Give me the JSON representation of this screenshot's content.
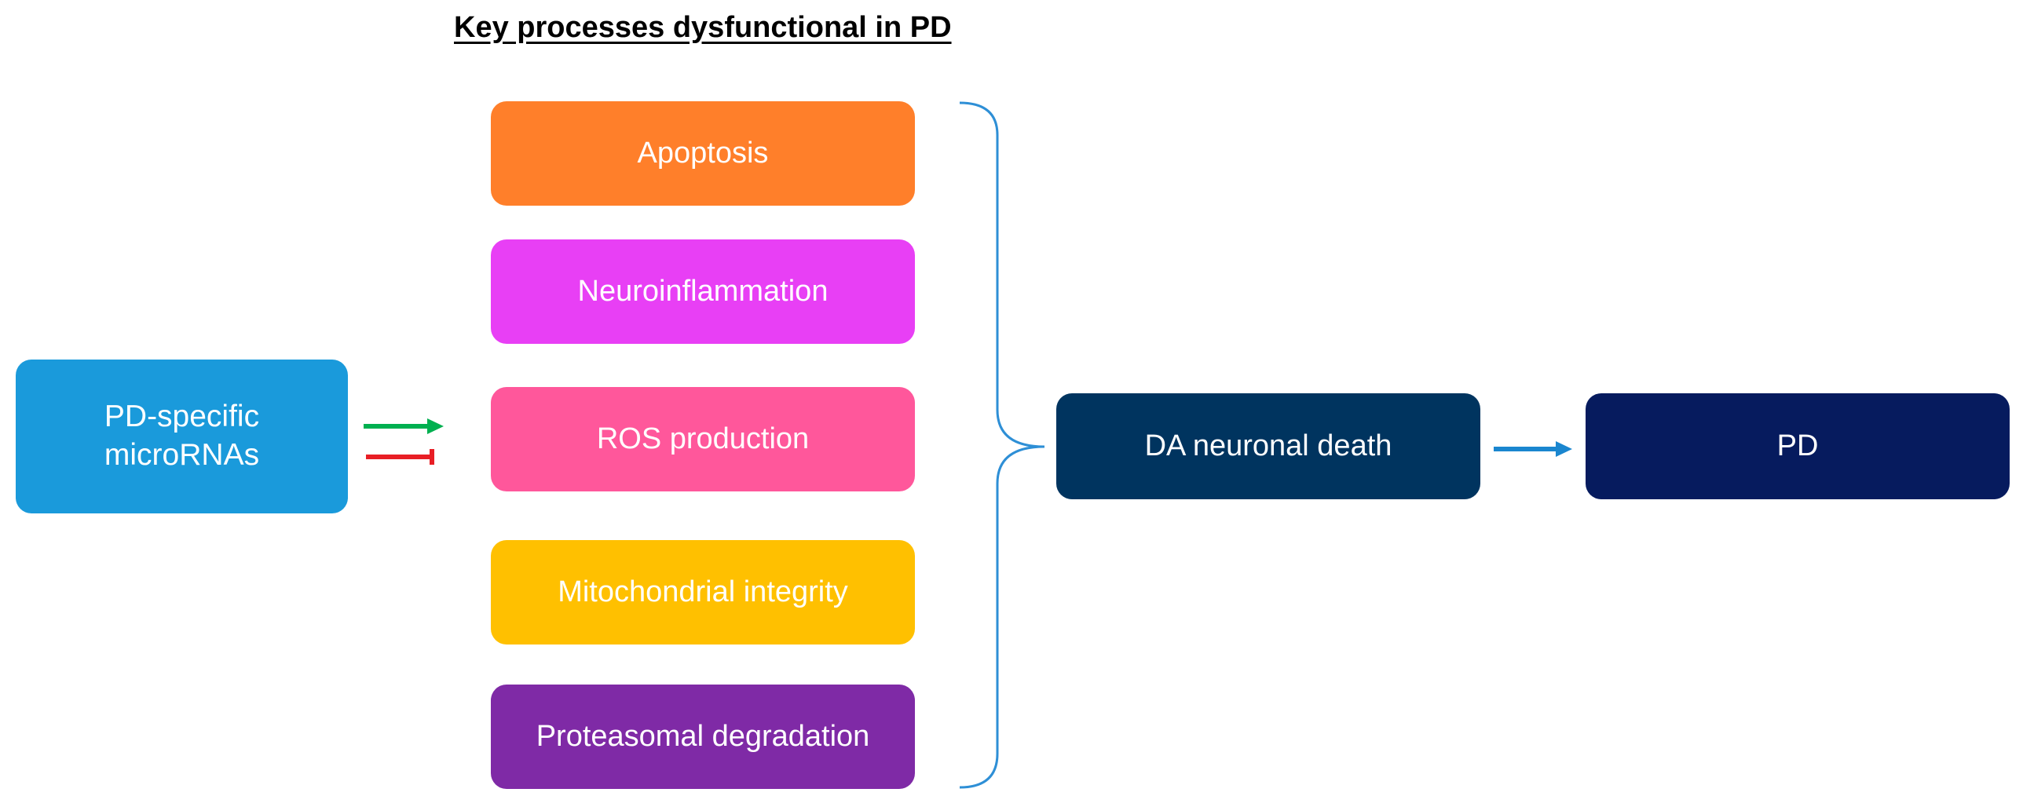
{
  "title": "Key processes dysfunctional in PD",
  "source": {
    "label_line1": "PD-specific",
    "label_line2": "microRNAs",
    "color": "#1A9ADB"
  },
  "processes": [
    {
      "label": "Apoptosis",
      "color": "#FF7F2A"
    },
    {
      "label": "Neuroinflammation",
      "color": "#E83FF5"
    },
    {
      "label": "ROS production",
      "color": "#FF579B"
    },
    {
      "label": "Mitochondrial integrity",
      "color": "#FFC000"
    },
    {
      "label": "Proteasomal degradation",
      "color": "#7F2AA6"
    }
  ],
  "outcome": {
    "label": "DA neuronal death",
    "color": "#00345F"
  },
  "disease": {
    "label": "PD",
    "color": "#061B5E"
  },
  "connector_colors": {
    "activation_arrow": "#00B050",
    "inhibition_arrow": "#E81E25",
    "brace": "#2E8FD6",
    "outcome_arrow": "#1A86CF"
  }
}
